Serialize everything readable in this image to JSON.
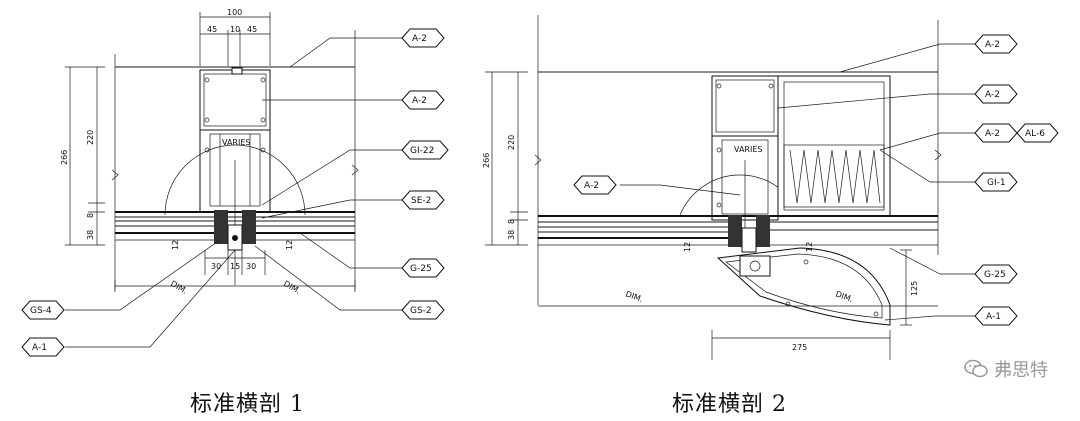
{
  "left_drawing": {
    "dims": {
      "top_width": "100",
      "top_split_left": "45",
      "top_split_mid": "10",
      "top_split_right": "45",
      "height_total": "266",
      "height_upper": "220",
      "height_lower": "38",
      "height_lower2": "8",
      "bottom_left": "30",
      "bottom_mid": "15",
      "bottom_right": "30",
      "small_left": "12",
      "small_right": "12",
      "dim_left": "DIM.",
      "dim_right": "DIM.",
      "varies": "VARIES"
    },
    "tags": [
      "A-2",
      "A-2",
      "GI-22",
      "SE-2",
      "G-25",
      "GS-2",
      "GS-4",
      "A-1"
    ]
  },
  "right_drawing": {
    "dims": {
      "height_total": "266",
      "height_upper": "220",
      "height_lower": "38",
      "height_lower2": "8",
      "small_left": "12",
      "small_right": "12",
      "dim_left": "DIM.",
      "dim_right": "DIM.",
      "vert_125": "125",
      "bottom_275": "275",
      "varies": "VARIES"
    },
    "tags": [
      "A-2",
      "A-2",
      "A-2",
      "AL-6",
      "GI-1",
      "A-2",
      "G-25",
      "A-1"
    ]
  },
  "captions": {
    "left": "标准横剖 1",
    "right": "标准横剖 2"
  },
  "watermark": {
    "text": "弗思特"
  }
}
